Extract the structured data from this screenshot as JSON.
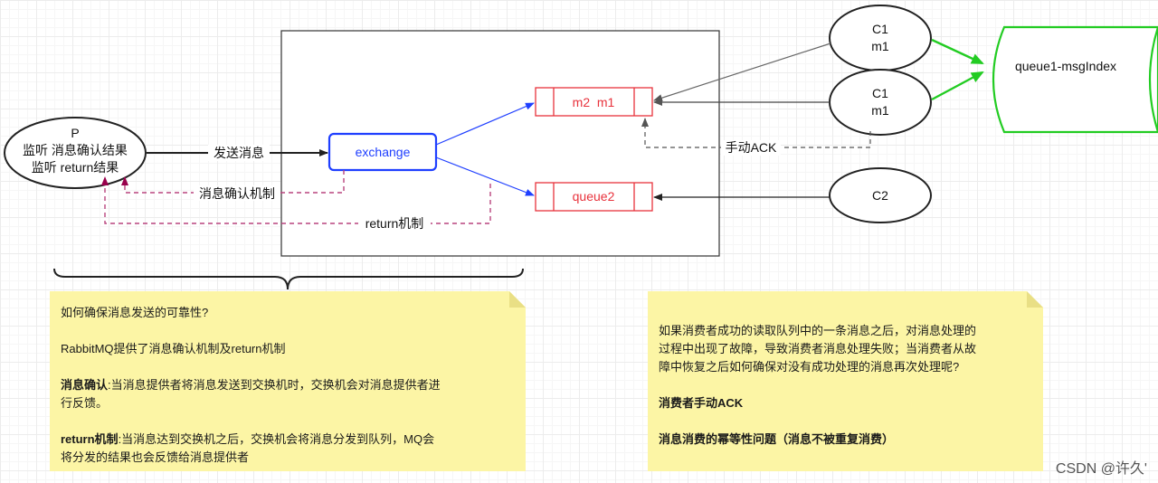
{
  "producer": {
    "line1": "P",
    "line2": "监听 消息确认结果",
    "line3": "监听 return结果"
  },
  "edges": {
    "send": "发送消息",
    "confirm": "消息确认机制",
    "return": "return机制",
    "ack": "手动ACK"
  },
  "exchange": {
    "label": "exchange"
  },
  "queue1": {
    "label": "m2  m1"
  },
  "queue2": {
    "label": "queue2"
  },
  "consumers": {
    "c1a": {
      "line1": "C1",
      "line2": "m1"
    },
    "c1b": {
      "line1": "C1",
      "line2": "m1"
    },
    "c2": {
      "label": "C2"
    }
  },
  "msg_index": {
    "label": "queue1-msgIndex"
  },
  "note_left": {
    "q": "如何确保消息发送的可靠性?",
    "intro": "RabbitMQ提供了消息确认机制及return机制",
    "confirm_title": "消息确认",
    "confirm_text_1": ":当消息提供者将消息发送到交换机时，交换机会对消息提供者进",
    "confirm_text_2": "行反馈。",
    "return_title": "return机制",
    "return_text_1": ":当消息达到交换机之后，交换机会将消息分发到队列，MQ会",
    "return_text_2": "将分发的结果也会反馈给消息提供者"
  },
  "note_right": {
    "line1": "如果消费者成功的读取队列中的一条消息之后，对消息处理的",
    "line2": "过程中出现了故障，导致消费者消息处理失败；当消费者从故",
    "line3": "障中恢复之后如何确保对没有成功处理的消息再次处理呢?",
    "ack": "消费者手动ACK",
    "idempotent": "消息消费的幂等性问题（消息不被重复消费）"
  },
  "watermark": "CSDN @许久'"
}
